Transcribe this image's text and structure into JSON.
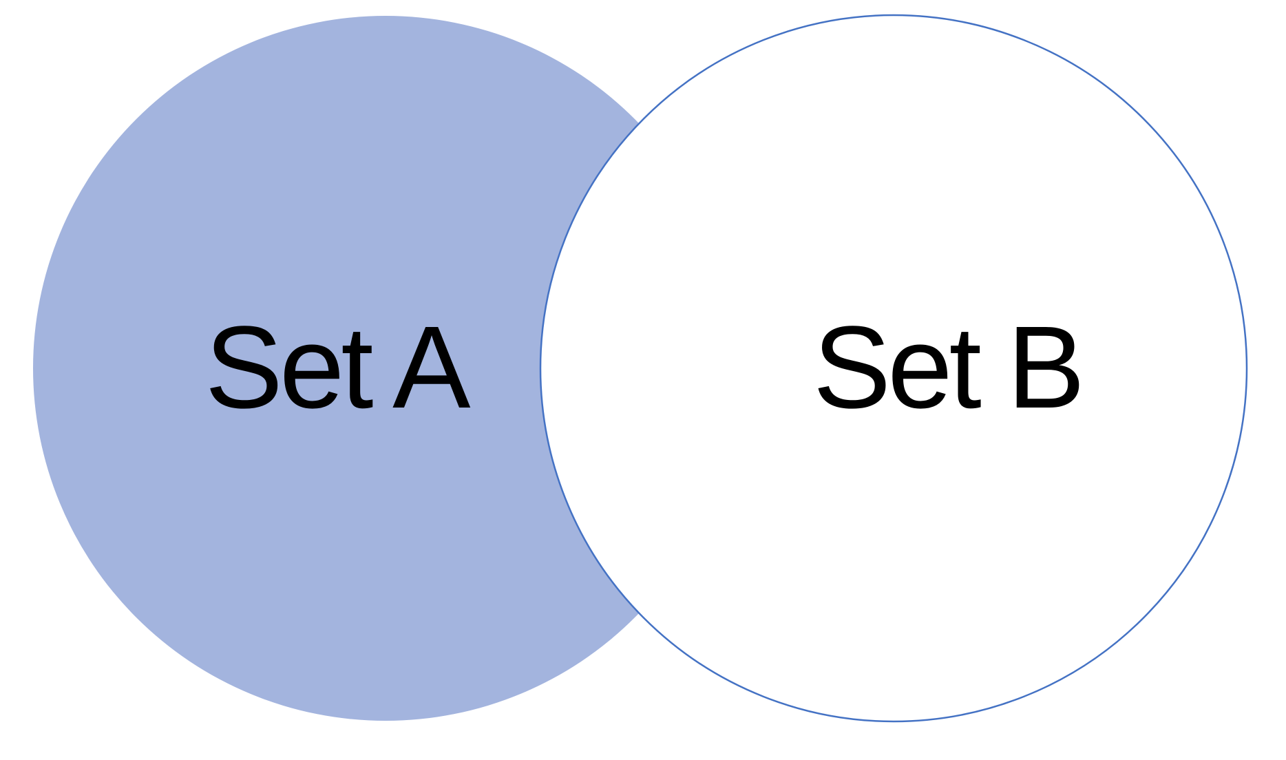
{
  "diagram": {
    "type": "venn-2-circles",
    "background_color": "#ffffff",
    "sets": {
      "a": {
        "label": "Set A",
        "fill": "#a3b4de",
        "stroke": "none",
        "stroke_width": "0",
        "text_color": "#000000"
      },
      "b": {
        "label": "Set B",
        "fill": "#ffffff",
        "stroke": "#4472c4",
        "stroke_width": "2.5",
        "text_color": "#000000"
      }
    }
  }
}
